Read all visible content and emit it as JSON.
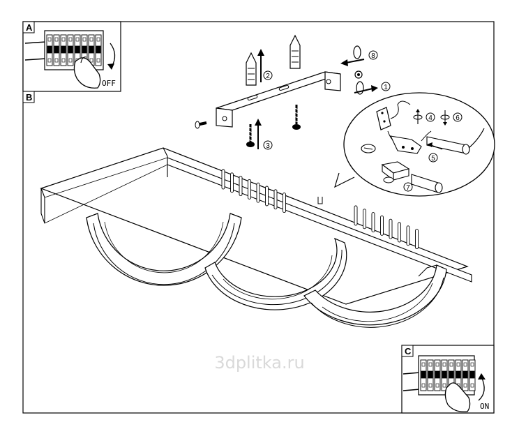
{
  "panels": {
    "a": {
      "letter": "A",
      "switch_label": "OFF"
    },
    "b": {
      "letter": "B"
    },
    "c": {
      "letter": "C",
      "switch_label": "ON"
    }
  },
  "steps": [
    "1",
    "2",
    "3",
    "4",
    "5",
    "6",
    "7",
    "8"
  ],
  "watermark": "3dplitka.ru",
  "icons": [
    "breaker-switch-icon",
    "hand-icon",
    "wall-plug-icon",
    "screw-icon",
    "rotation-icon",
    "terminal-block-icon",
    "ceiling-lamp-icon"
  ]
}
